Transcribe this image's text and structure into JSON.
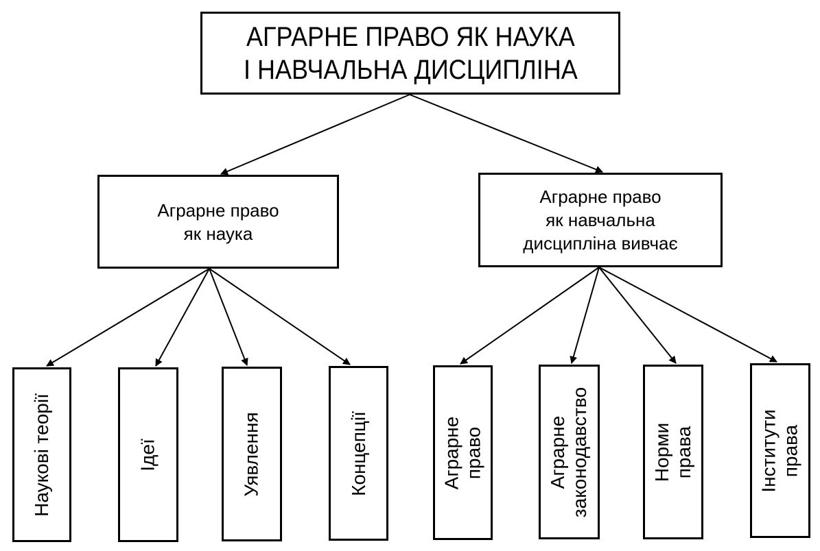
{
  "root": {
    "line1": "АГРАРНЕ ПРАВО ЯК НАУКА",
    "line2": "І НАВЧАЛЬНА ДИСЦИПЛІНА"
  },
  "science": {
    "line1": "Аграрне право",
    "line2": "як наука",
    "children": [
      "Наукові теорії",
      "Ідеї",
      "Уявлення",
      "Концепції"
    ]
  },
  "discipline": {
    "line1": "Аграрне право",
    "line2": "як навчальна",
    "line3": "дисципліна вивчає",
    "children": [
      {
        "line1": "Аграрне",
        "line2": "право"
      },
      {
        "line1": "Аграрне",
        "line2": "законодавство"
      },
      {
        "line1": "Норми",
        "line2": "права"
      },
      {
        "line1": "Інститути",
        "line2": "права"
      }
    ]
  }
}
